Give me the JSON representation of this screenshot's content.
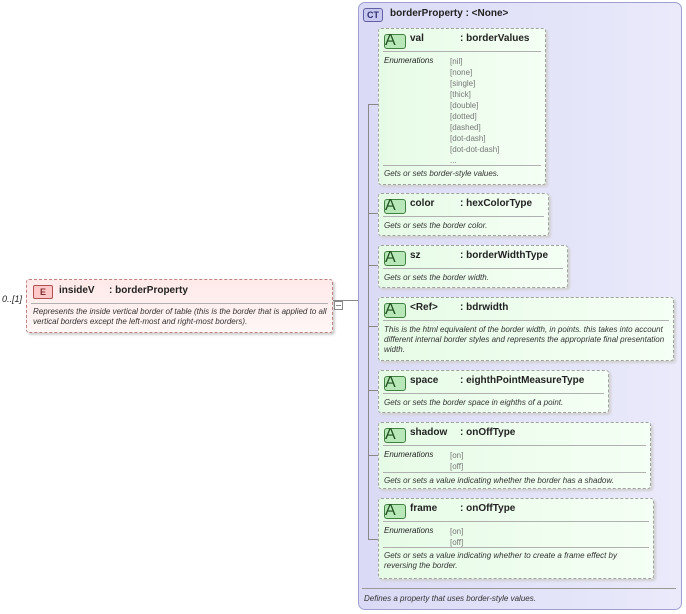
{
  "element": {
    "multiplicity": "0..[1]",
    "badge": "E",
    "name": "insideV",
    "type": ": borderProperty",
    "description": "Represents the inside vertical border of table (this is the border that is applied to all vertical borders except the left-most and right-most borders)."
  },
  "complex_type": {
    "badge": "CT",
    "title": "borderProperty : <None>",
    "description": "Defines a property that uses border-style values."
  },
  "attributes": [
    {
      "badge": "A",
      "name": "val",
      "type": ": borderValues",
      "enum_label": "Enumerations",
      "enumerations": [
        "[nil]",
        "[none]",
        "[single]",
        "[thick]",
        "[double]",
        "[dotted]",
        "[dashed]",
        "[dot-dash]",
        "[dot-dot-dash]",
        "..."
      ],
      "description": "Gets or sets border-style values."
    },
    {
      "badge": "A",
      "name": "color",
      "type": ": hexColorType",
      "description": "Gets or sets the border color."
    },
    {
      "badge": "A",
      "name": "sz",
      "type": ": borderWidthType",
      "description": "Gets or sets the border width."
    },
    {
      "badge": "A",
      "name": "<Ref>",
      "type": ": bdrwidth",
      "description": "This is the html equivalent of the border width, in points.  this takes into account different internal border styles and represents the appropriate final presentation width."
    },
    {
      "badge": "A",
      "name": "space",
      "type": ": eighthPointMeasureType",
      "description": "Gets or sets the border space in eighths of a point."
    },
    {
      "badge": "A",
      "name": "shadow",
      "type": ": onOffType",
      "enum_label": "Enumerations",
      "enumerations": [
        "[on]",
        "[off]"
      ],
      "description": "Gets or sets a value indicating whether the border has a shadow."
    },
    {
      "badge": "A",
      "name": "frame",
      "type": ": onOffType",
      "enum_label": "Enumerations",
      "enumerations": [
        "[on]",
        "[off]"
      ],
      "description": "Gets or sets a value indicating whether to create a frame effect by reversing the border."
    }
  ]
}
